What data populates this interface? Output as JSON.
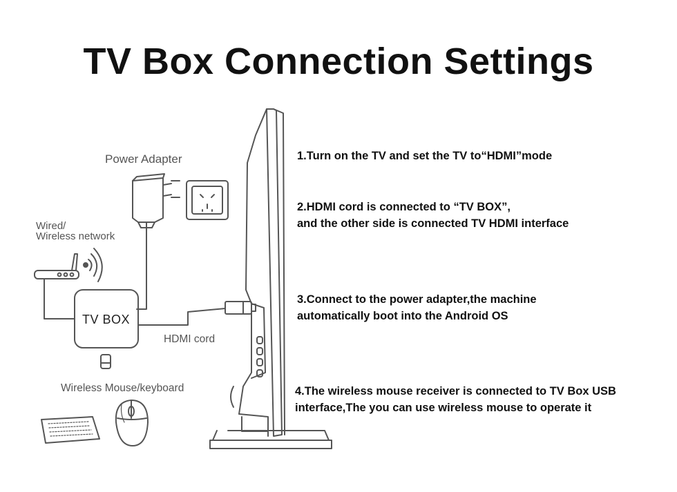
{
  "title": "TV Box Connection Settings",
  "labels": {
    "power_adapter": "Power Adapter",
    "network_line1": "Wired/",
    "network_line2": "Wireless network",
    "tv_box": "TV BOX",
    "hdmi_cord": "HDMI cord",
    "mouse_keyboard": "Wireless Mouse/keyboard"
  },
  "steps": [
    {
      "lines": [
        "1.Turn on the TV and set the TV to“HDMI”mode"
      ]
    },
    {
      "lines": [
        "2.HDMI cord is connected to “TV BOX”,",
        "and the other side is connected TV HDMI interface"
      ]
    },
    {
      "lines": [
        "3.Connect to the power adapter,the machine",
        "automatically boot into the Android OS"
      ]
    },
    {
      "lines": [
        "4.The wireless mouse receiver is connected to TV Box USB",
        "interface,The you can use wireless mouse to operate it"
      ]
    }
  ],
  "colors": {
    "line": "#555555",
    "text": "#111111",
    "label": "#555555"
  }
}
